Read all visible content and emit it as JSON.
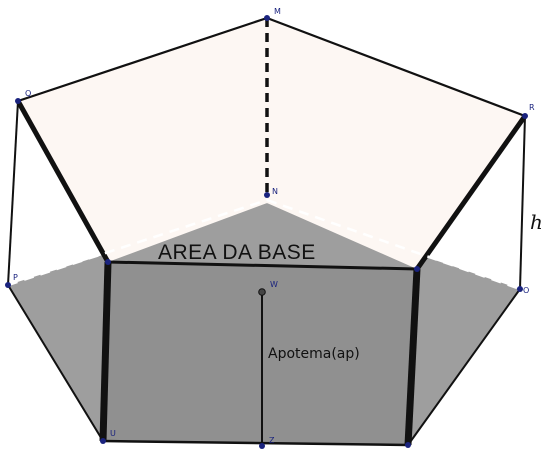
{
  "diagram": {
    "area_label": "AREA DA BASE",
    "apothem_label": "Apotema(ap)",
    "height_label": "h",
    "points": {
      "M": "M",
      "Q": "Q",
      "R": "R",
      "N": "N",
      "P": "P",
      "O": "O",
      "W": "W",
      "U": "U",
      "Z": "Z"
    },
    "colors": {
      "top_face": "#fdf7f3",
      "base_fill": "#9e9e9e",
      "inner_base_fill": "#8f8f8f",
      "edge": "#111111",
      "point": "#1a237e"
    }
  }
}
